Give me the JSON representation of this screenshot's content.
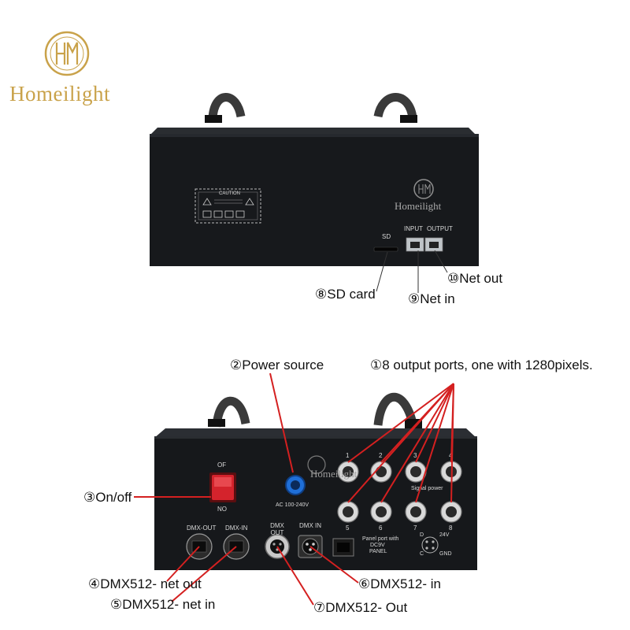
{
  "brand": {
    "name": "Homeilight",
    "monogram": "HM"
  },
  "top_device": {
    "caution_title": "CAUTION",
    "slot_label": "SD",
    "port_labels": [
      "INPUT",
      "OUTPUT"
    ],
    "callouts": [
      {
        "num": "⑧",
        "text": "SD card"
      },
      {
        "num": "⑨",
        "text": "Net  in"
      },
      {
        "num": "⑩",
        "text": "Net   out"
      }
    ]
  },
  "bottom_device": {
    "switch_labels": [
      "OF",
      "NO"
    ],
    "power_label": "AC 100-240V",
    "signal_label": "Signal power",
    "output_numbers": [
      "1",
      "2",
      "3",
      "4",
      "5",
      "6",
      "7",
      "8"
    ],
    "panel_labels": [
      "DMX-OUT",
      "DMX-IN",
      "DMX OUT",
      "DMX IN"
    ],
    "panel_port_text": [
      "Panel port with",
      "DC9V",
      "PANEL"
    ],
    "pinout_text": [
      "D",
      "24V",
      "C",
      "GND"
    ],
    "callouts": [
      {
        "num": "①",
        "text": "8 output ports, one with 1280pixels."
      },
      {
        "num": "②",
        "text": "Power source"
      },
      {
        "num": "③",
        "text": "On/off"
      },
      {
        "num": "④",
        "text": "DMX512- net out"
      },
      {
        "num": "⑤",
        "text": "DMX512- net in"
      },
      {
        "num": "⑥",
        "text": "DMX512- in"
      },
      {
        "num": "⑦",
        "text": "DMX512- Out"
      }
    ]
  },
  "colors": {
    "gold": "#c9a24a",
    "callout_line": "#d42020",
    "housing": "#16181b",
    "switch": "#d4232c",
    "power": "#1f6fd8"
  }
}
